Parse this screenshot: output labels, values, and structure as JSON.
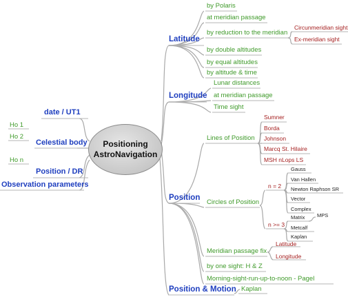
{
  "center": {
    "line1": "Positioning",
    "line2": "AstroNavigation"
  },
  "left": {
    "date": "date / UT1",
    "ho1": "Ho 1",
    "ho2": "Ho 2",
    "hon": "Ho n",
    "celestial_body": "Celestial body",
    "position_dr": "Position / DR",
    "observation_parameters": "Observation parameters"
  },
  "latitude": {
    "label": "Latitude",
    "items": [
      "by Polaris",
      "at meridian passage",
      "by reduction to the meridian",
      "by double altitudes",
      "by equal altitudes",
      "by altitude & time"
    ],
    "reduction_sub": [
      "Circunmeridian sight",
      "Ex-meridian sight"
    ]
  },
  "longitude": {
    "label": "Longitude",
    "items": [
      "Lunar distances",
      "at meridian passage",
      "Time sight"
    ]
  },
  "position": {
    "label": "Position",
    "lines_of_position": "Lines of Position",
    "lop_items": [
      "Sumner",
      "Borda",
      "Johnson",
      "Marcq St. Hilaire",
      "MSH nLops LS"
    ],
    "circles_of_position": "Circles of Position",
    "n2": "n = 2",
    "n2_items": [
      "Gauss",
      "Van Hallen",
      "Newton Raphson SR",
      "Vector",
      "Complex"
    ],
    "n3": "n >= 3",
    "n3_items": [
      "Matrix",
      "Metcalf",
      "Kaplan"
    ],
    "mps": "MPS",
    "meridian_fix": "Meridian passage fix",
    "meridian_fix_items": [
      "Latitude",
      "Longitude"
    ],
    "one_sight": "by one sight: H & Z",
    "morning": "Morning-sight-run-up-to-noon - Pagel"
  },
  "position_motion": {
    "label": "Position & Motion",
    "item": "Kaplan"
  }
}
